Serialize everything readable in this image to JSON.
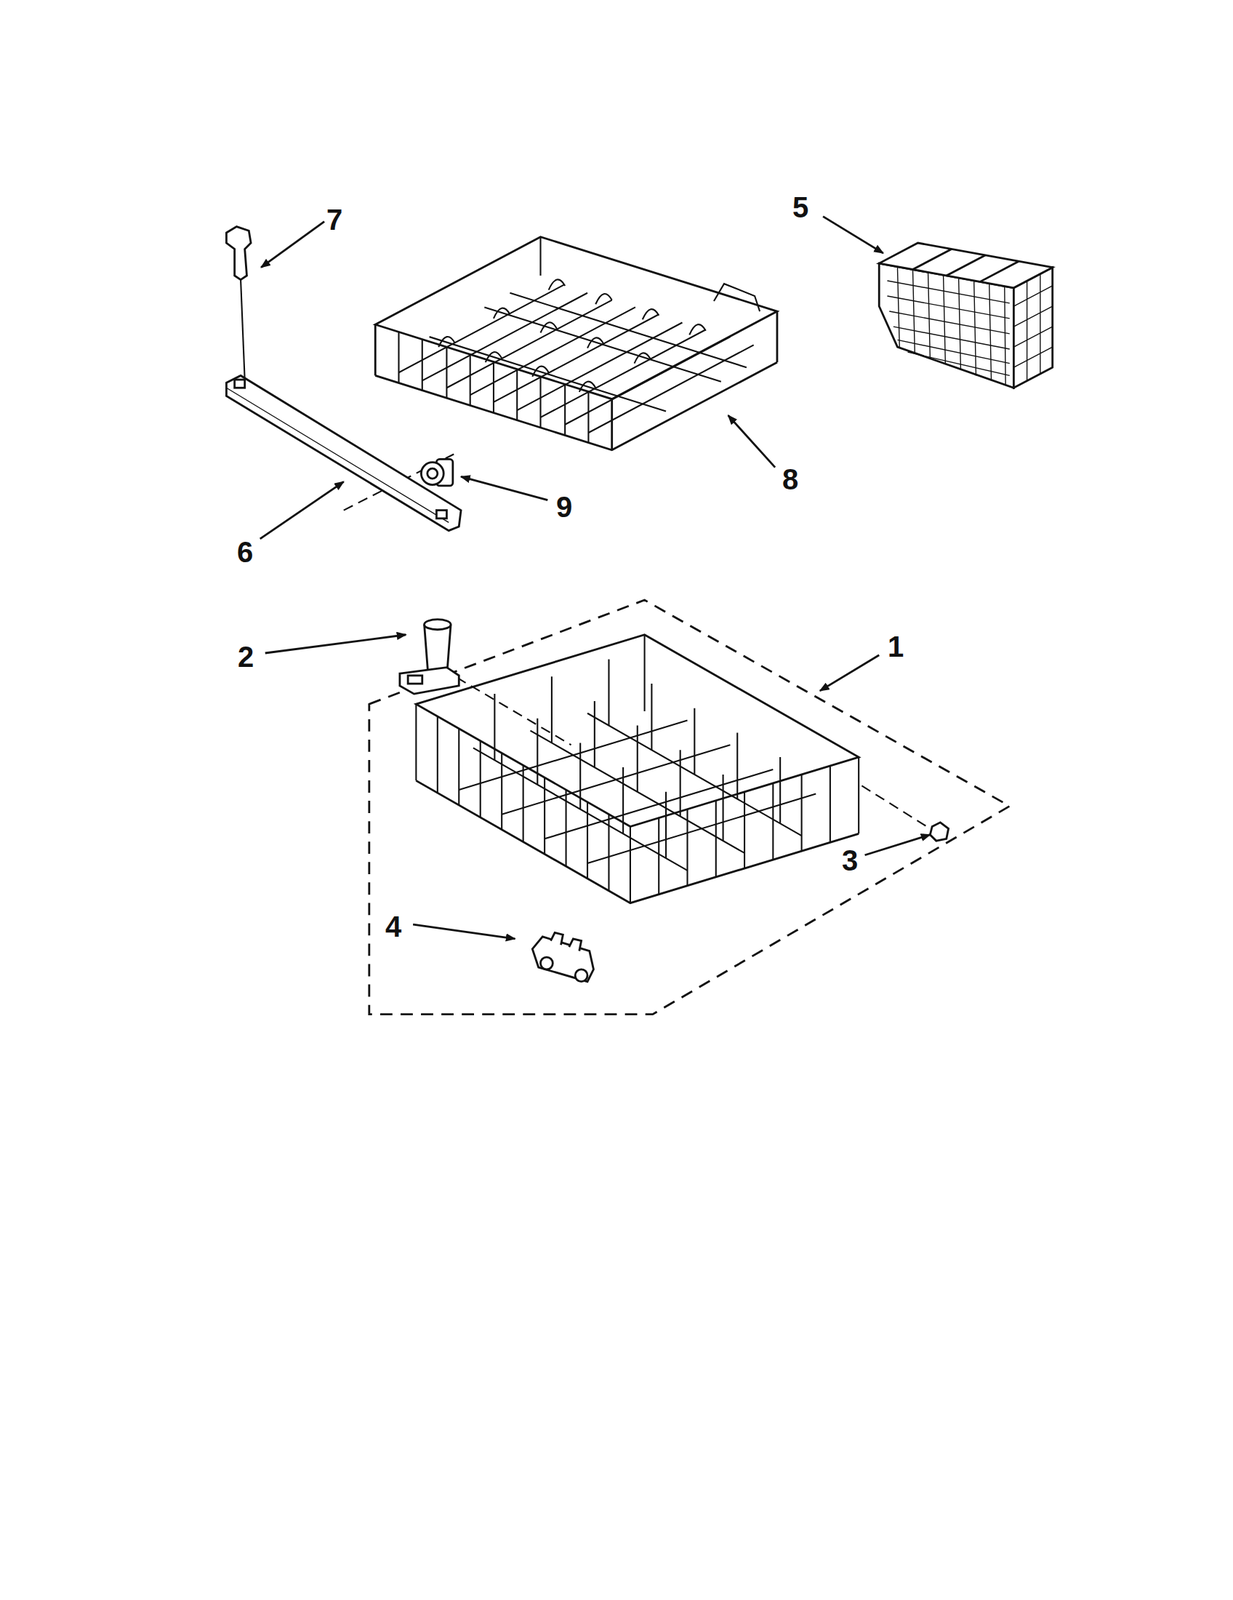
{
  "diagram": {
    "labels": [
      "5",
      "7",
      "8",
      "9",
      "6",
      "1",
      "2",
      "3",
      "4"
    ]
  }
}
